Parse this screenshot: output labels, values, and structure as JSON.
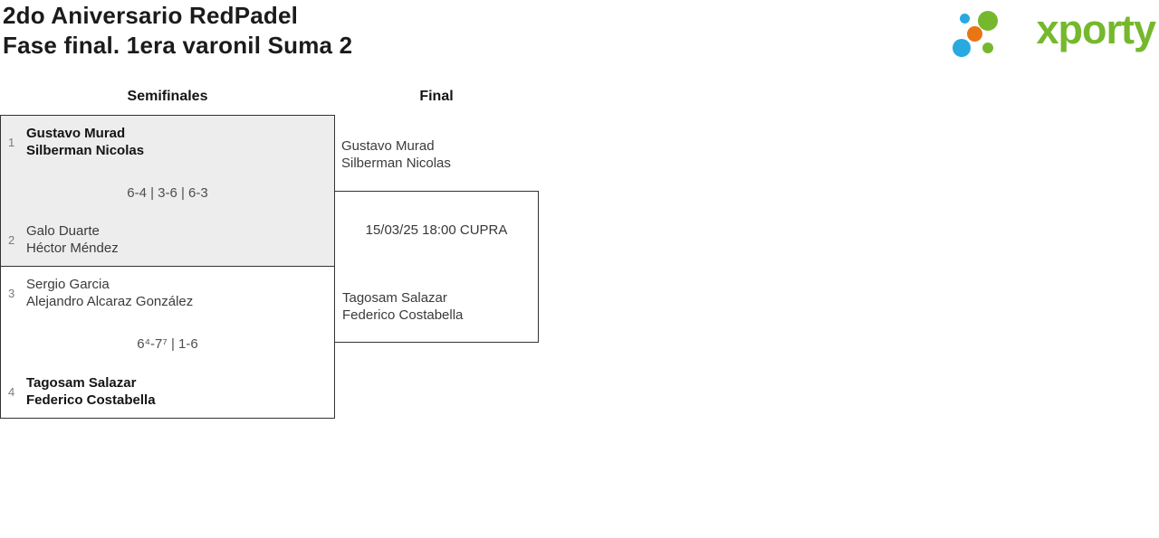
{
  "header": {
    "title": "2do Aniversario RedPadel",
    "subtitle": "Fase final. 1era varonil Suma 2"
  },
  "logo": {
    "text": "xporty",
    "colors": {
      "green": "#76b82d",
      "blue": "#29a9e1",
      "orange": "#e87613"
    }
  },
  "bracket": {
    "highlight_fill": "#ededed",
    "rounds": [
      {
        "label": "Semifinales"
      },
      {
        "label": "Final"
      }
    ],
    "semifinals": [
      {
        "team1": {
          "seed": "1",
          "player1": "Gustavo Murad",
          "player2": "Silberman Nicolas",
          "winner": true
        },
        "score": "6-4 | 3-6 | 6-3",
        "team2": {
          "seed": "2",
          "player1": "Galo Duarte",
          "player2": "Héctor Méndez",
          "winner": false
        }
      },
      {
        "team1": {
          "seed": "3",
          "player1": "Sergio Garcia",
          "player2": "Alejandro Alcaraz González",
          "winner": false
        },
        "score": "6⁴-7⁷ | 1-6",
        "team2": {
          "seed": "4",
          "player1": "Tagosam Salazar",
          "player2": "Federico Costabella",
          "winner": true
        }
      }
    ],
    "final": {
      "team1": {
        "player1": "Gustavo Murad",
        "player2": "Silberman Nicolas"
      },
      "schedule": "15/03/25 18:00 CUPRA",
      "team2": {
        "player1": "Tagosam Salazar",
        "player2": "Federico Costabella"
      }
    }
  }
}
